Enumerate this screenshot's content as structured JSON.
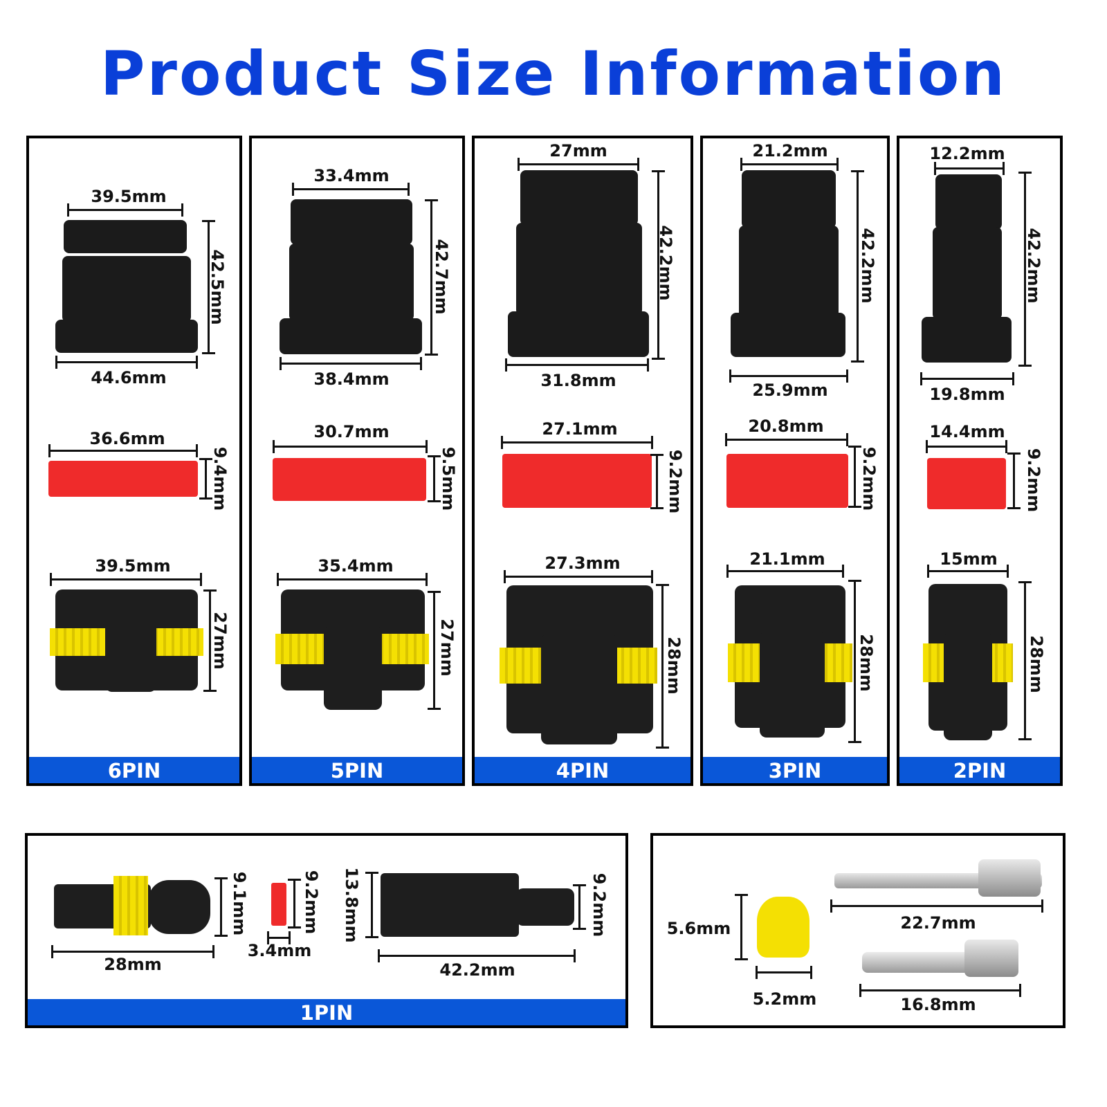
{
  "title": "Product Size Information",
  "colors": {
    "title": "#0a3fd8",
    "label_bar": "#0a57d8",
    "housing": "#1b1b1b",
    "comb": "#ef2b2b",
    "seal": "#f4e003",
    "terminal": "#bfbfbf"
  },
  "panels": [
    {
      "label": "6PIN",
      "housing_top": "39.5mm",
      "housing_height": "42.5mm",
      "housing_bottom": "44.6mm",
      "comb_width": "36.6mm",
      "comb_height": "9.4mm",
      "plug_width": "39.5mm",
      "plug_height": "27mm"
    },
    {
      "label": "5PIN",
      "housing_top": "33.4mm",
      "housing_height": "42.7mm",
      "housing_bottom": "38.4mm",
      "comb_width": "30.7mm",
      "comb_height": "9.5mm",
      "plug_width": "35.4mm",
      "plug_height": "27mm"
    },
    {
      "label": "4PIN",
      "housing_top": "27mm",
      "housing_height": "42.2mm",
      "housing_bottom": "31.8mm",
      "comb_width": "27.1mm",
      "comb_height": "9.2mm",
      "plug_width": "27.3mm",
      "plug_height": "28mm"
    },
    {
      "label": "3PIN",
      "housing_top": "21.2mm",
      "housing_height": "42.2mm",
      "housing_bottom": "25.9mm",
      "comb_width": "20.8mm",
      "comb_height": "9.2mm",
      "plug_width": "21.1mm",
      "plug_height": "28mm"
    },
    {
      "label": "2PIN",
      "housing_top": "12.2mm",
      "housing_height": "42.2mm",
      "housing_bottom": "19.8mm",
      "comb_width": "14.4mm",
      "comb_height": "9.2mm",
      "plug_width": "15mm",
      "plug_height": "28mm"
    }
  ],
  "one_pin": {
    "label": "1PIN",
    "plug_height": "9.1mm",
    "plug_length": "28mm",
    "pin_height": "9.2mm",
    "pin_width": "3.4mm",
    "socket_height": "13.8mm",
    "socket_tail": "9.2mm",
    "socket_length": "42.2mm"
  },
  "accessories": {
    "seal_height": "5.6mm",
    "seal_width": "5.2mm",
    "male_terminal": "22.7mm",
    "female_terminal": "16.8mm"
  }
}
